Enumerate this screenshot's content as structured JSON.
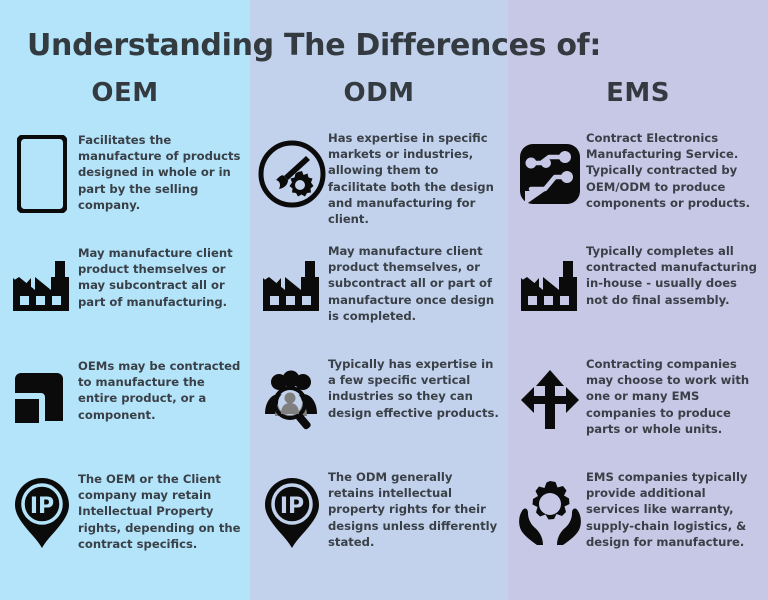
{
  "title": "Understanding The Differences of:",
  "colors": {
    "column1_bg": "#b3e4fa",
    "column2_bg": "#c3d2ec",
    "column3_bg": "#c6c8e5",
    "icon": "#0b0b0b",
    "text": "#3a4047",
    "heading": "#333a40"
  },
  "columns": [
    {
      "header": "OEM",
      "rows": [
        {
          "icon": "tablet-device-icon",
          "text": "Facilitates the manufacture of products designed in whole or in part by the selling company."
        },
        {
          "icon": "factory-icon",
          "text": "May manufacture client product themselves or may subcontract all or part of manufacturing."
        },
        {
          "icon": "component-blocks-icon",
          "text": "OEMs may be contracted to manufacture the entire product, or a component."
        },
        {
          "icon": "ip-map-pin-icon",
          "text": "The OEM or the Client company may retain Intellectual Property rights, depending on the contract specifics."
        }
      ]
    },
    {
      "header": "ODM",
      "rows": [
        {
          "icon": "paintbrush-gear-circle-icon",
          "text": "Has expertise in specific markets or industries, allowing them to facilitate both the design and manufacturing for client."
        },
        {
          "icon": "factory-icon",
          "text": "May manufacture client product themselves, or subcontract all or part of manufacture once design is completed."
        },
        {
          "icon": "people-magnifier-icon",
          "text": "Typically has expertise in a few specific vertical industries so they can design effective products."
        },
        {
          "icon": "ip-map-pin-icon",
          "text": "The ODM generally retains intellectual property rights for their designs unless differently stated."
        }
      ]
    },
    {
      "header": "EMS",
      "rows": [
        {
          "icon": "circuit-chip-icon",
          "text": "Contract Electronics Manufacturing Service. Typically contracted by OEM/ODM to produce components or products."
        },
        {
          "icon": "factory-icon",
          "text": "Typically completes all contracted manufacturing in-house - usually does not do final assembly."
        },
        {
          "icon": "three-way-arrow-icon",
          "text": "Contracting companies may choose to work with one or many EMS companies to produce parts or whole units."
        },
        {
          "icon": "hands-gear-icon",
          "text": "EMS companies typically provide additional services like warranty, supply-chain logistics, & design for manufacture."
        }
      ]
    }
  ]
}
